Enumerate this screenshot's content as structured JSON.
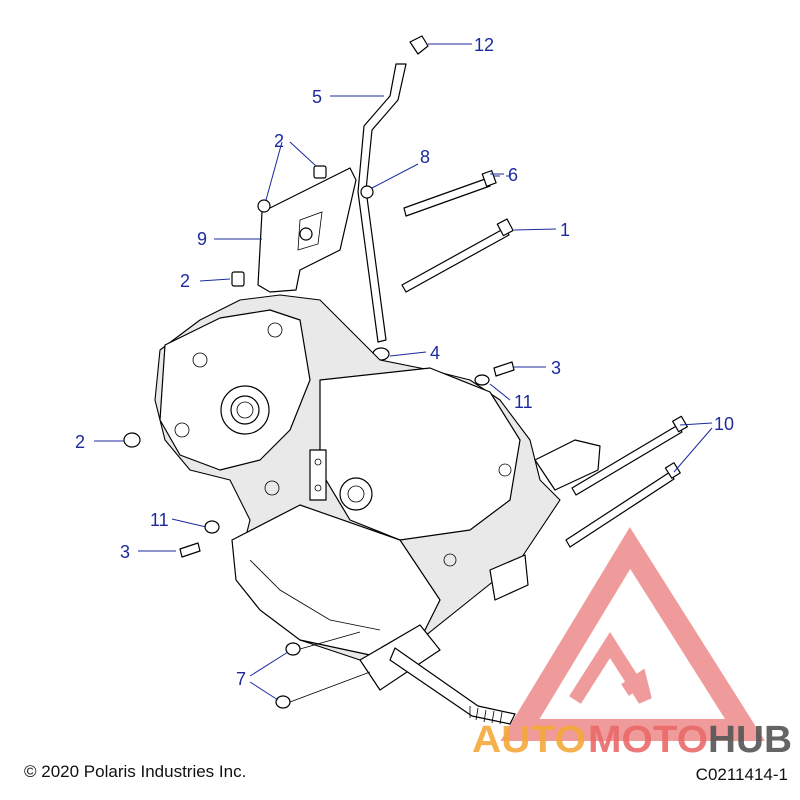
{
  "callouts": [
    {
      "id": "c12",
      "label": "12"
    },
    {
      "id": "c5",
      "label": "5"
    },
    {
      "id": "c2a",
      "label": "2"
    },
    {
      "id": "c8",
      "label": "8"
    },
    {
      "id": "c6",
      "label": "6"
    },
    {
      "id": "c1",
      "label": "1"
    },
    {
      "id": "c9",
      "label": "9"
    },
    {
      "id": "c2b",
      "label": "2"
    },
    {
      "id": "c4",
      "label": "4"
    },
    {
      "id": "c3a",
      "label": "3"
    },
    {
      "id": "c11a",
      "label": "11"
    },
    {
      "id": "c2c",
      "label": "2"
    },
    {
      "id": "c10",
      "label": "10"
    },
    {
      "id": "c11b",
      "label": "11"
    },
    {
      "id": "c3b",
      "label": "3"
    },
    {
      "id": "c7",
      "label": "7"
    }
  ],
  "watermark": {
    "auto": "AUTO",
    "moto": "MOTO",
    "hub": "HUB",
    "color_auto": "#f4a93a",
    "color_moto": "#ea6a6a",
    "color_hub": "#555555",
    "triangle_color": "#ee8a8a"
  },
  "footer": {
    "copyright": "© 2020 Polaris Industries Inc.",
    "code": "C0211414-1"
  },
  "colors": {
    "callout": "#1c2a9e",
    "line_art": "#000000"
  }
}
